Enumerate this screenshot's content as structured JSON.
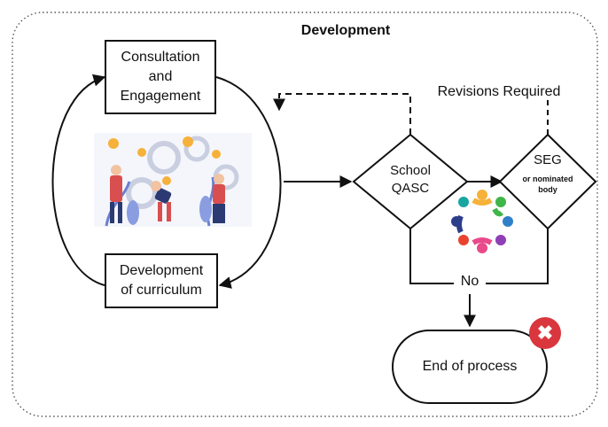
{
  "title": "Development",
  "nodes": {
    "consultation": "Consultation\nand\nEngagement",
    "curriculum": "Development\nof curriculum",
    "school_qasc": "School\nQASC",
    "seg_main": "SEG",
    "seg_sub": "or nominated\nbody",
    "end": "End of process"
  },
  "edge_labels": {
    "revisions": "Revisions Required",
    "no": "No"
  },
  "badge_symbol": "✖",
  "icons": [
    "people-with-lightbulbs-illustration-icon",
    "circle-of-people-icon",
    "close-icon"
  ],
  "colors": {
    "line": "#111111",
    "badge": "#d9363e",
    "dotted_border": "#555555"
  }
}
